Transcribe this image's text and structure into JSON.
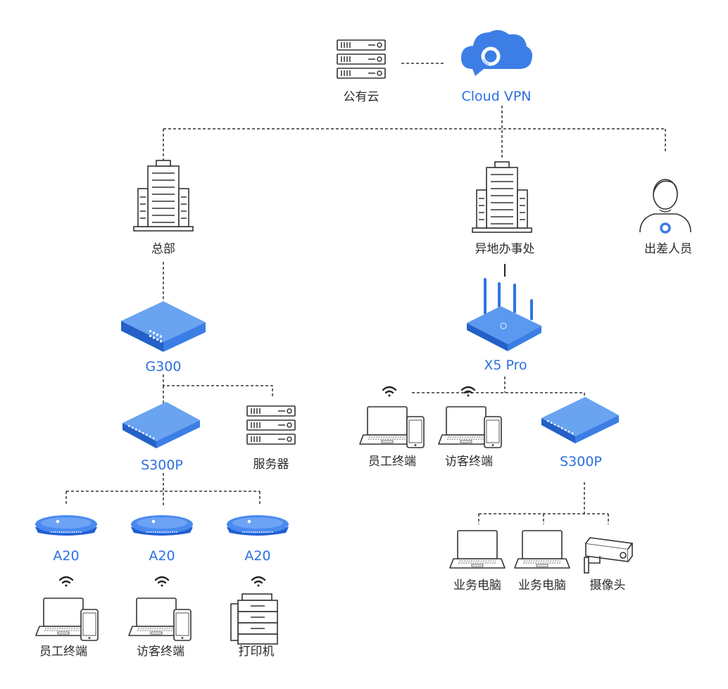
{
  "colors": {
    "accent": "#2c6fdf",
    "device_blue": "#2f74e0",
    "line": "#333333",
    "text": "#2a2a2a"
  },
  "nodes": {
    "public_cloud": {
      "label": "公有云",
      "icon": "server-rack-icon"
    },
    "cloud_vpn": {
      "label": "Cloud VPN",
      "icon": "cloud-vpn-icon"
    },
    "headquarters": {
      "label": "总部",
      "icon": "office-building-icon"
    },
    "branch_office": {
      "label": "异地办事处",
      "icon": "office-building-icon"
    },
    "traveler": {
      "label": "出差人员",
      "icon": "person-icon"
    },
    "g300": {
      "label": "G300",
      "icon": "gateway-icon"
    },
    "x5pro": {
      "label": "X5 Pro",
      "icon": "wireless-router-icon"
    },
    "s300p_hq": {
      "label": "S300P",
      "icon": "switch-icon"
    },
    "server_hq": {
      "label": "服务器",
      "icon": "server-rack-icon"
    },
    "a20_1": {
      "label": "A20",
      "icon": "ceiling-ap-icon"
    },
    "a20_2": {
      "label": "A20",
      "icon": "ceiling-ap-icon"
    },
    "a20_3": {
      "label": "A20",
      "icon": "ceiling-ap-icon"
    },
    "hq_staff": {
      "label": "员工终端",
      "icon": "laptop-phone-icon"
    },
    "hq_guest": {
      "label": "访客终端",
      "icon": "laptop-phone-icon"
    },
    "hq_printer": {
      "label": "打印机",
      "icon": "printer-icon"
    },
    "br_staff": {
      "label": "员工终端",
      "icon": "laptop-phone-icon"
    },
    "br_guest": {
      "label": "访客终端",
      "icon": "laptop-phone-icon"
    },
    "s300p_br": {
      "label": "S300P",
      "icon": "switch-icon"
    },
    "br_pc1": {
      "label": "业务电脑",
      "icon": "laptop-icon"
    },
    "br_pc2": {
      "label": "业务电脑",
      "icon": "laptop-icon"
    },
    "br_camera": {
      "label": "摄像头",
      "icon": "camera-icon"
    }
  }
}
